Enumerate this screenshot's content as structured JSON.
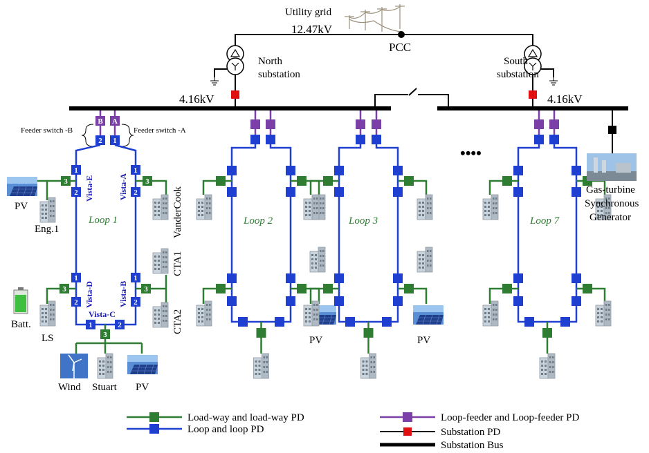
{
  "top": {
    "utility_grid": "Utility grid",
    "voltage_hv": "12.47kV",
    "pcc": "PCC",
    "north_substation": [
      "North",
      "substation"
    ],
    "south_substation": [
      "South",
      "substation"
    ],
    "voltage_lv_left": "4.16kV",
    "voltage_lv_right": "4.16kV"
  },
  "loop1": {
    "label": "Loop 1",
    "feeder_switch_b": "Feeder switch -B",
    "feeder_switch_a": "Feeder switch -A",
    "switch_b": "B",
    "switch_a": "A",
    "vistas": [
      "Vista-E",
      "Vista-A",
      "Vista-D",
      "Vista-B",
      "Vista-C"
    ],
    "loads": {
      "pv_left": "PV",
      "eng1": "Eng.1",
      "vandercook": "VanderCook",
      "cta1": "CTA1",
      "cta2": "CTA2",
      "batt": "Batt.",
      "ls": "LS",
      "wind": "Wind",
      "stuart": "Stuart",
      "pv_bottom": "PV"
    },
    "numbers": [
      "1",
      "2",
      "3"
    ]
  },
  "loop2": {
    "label": "Loop 2",
    "pv": "PV"
  },
  "loop3": {
    "label": "Loop 3",
    "pv": "PV"
  },
  "loop7": {
    "label": "Loop 7"
  },
  "ellipsis": "••••",
  "generator": [
    "Gas-turbine",
    "Synchronous",
    "Generator"
  ],
  "legend": {
    "load_way": "Load-way and load-way PD",
    "loop": "Loop and loop PD",
    "loop_feeder": "Loop-feeder and Loop-feeder PD",
    "substation_pd": "Substation PD",
    "substation_bus": "Substation Bus"
  },
  "colors": {
    "loop": "#1e3fd0",
    "load_way": "#2e7d32",
    "loop_feeder": "#7b3fa8",
    "substation_pd": "#e01010",
    "bus": "#000000"
  }
}
